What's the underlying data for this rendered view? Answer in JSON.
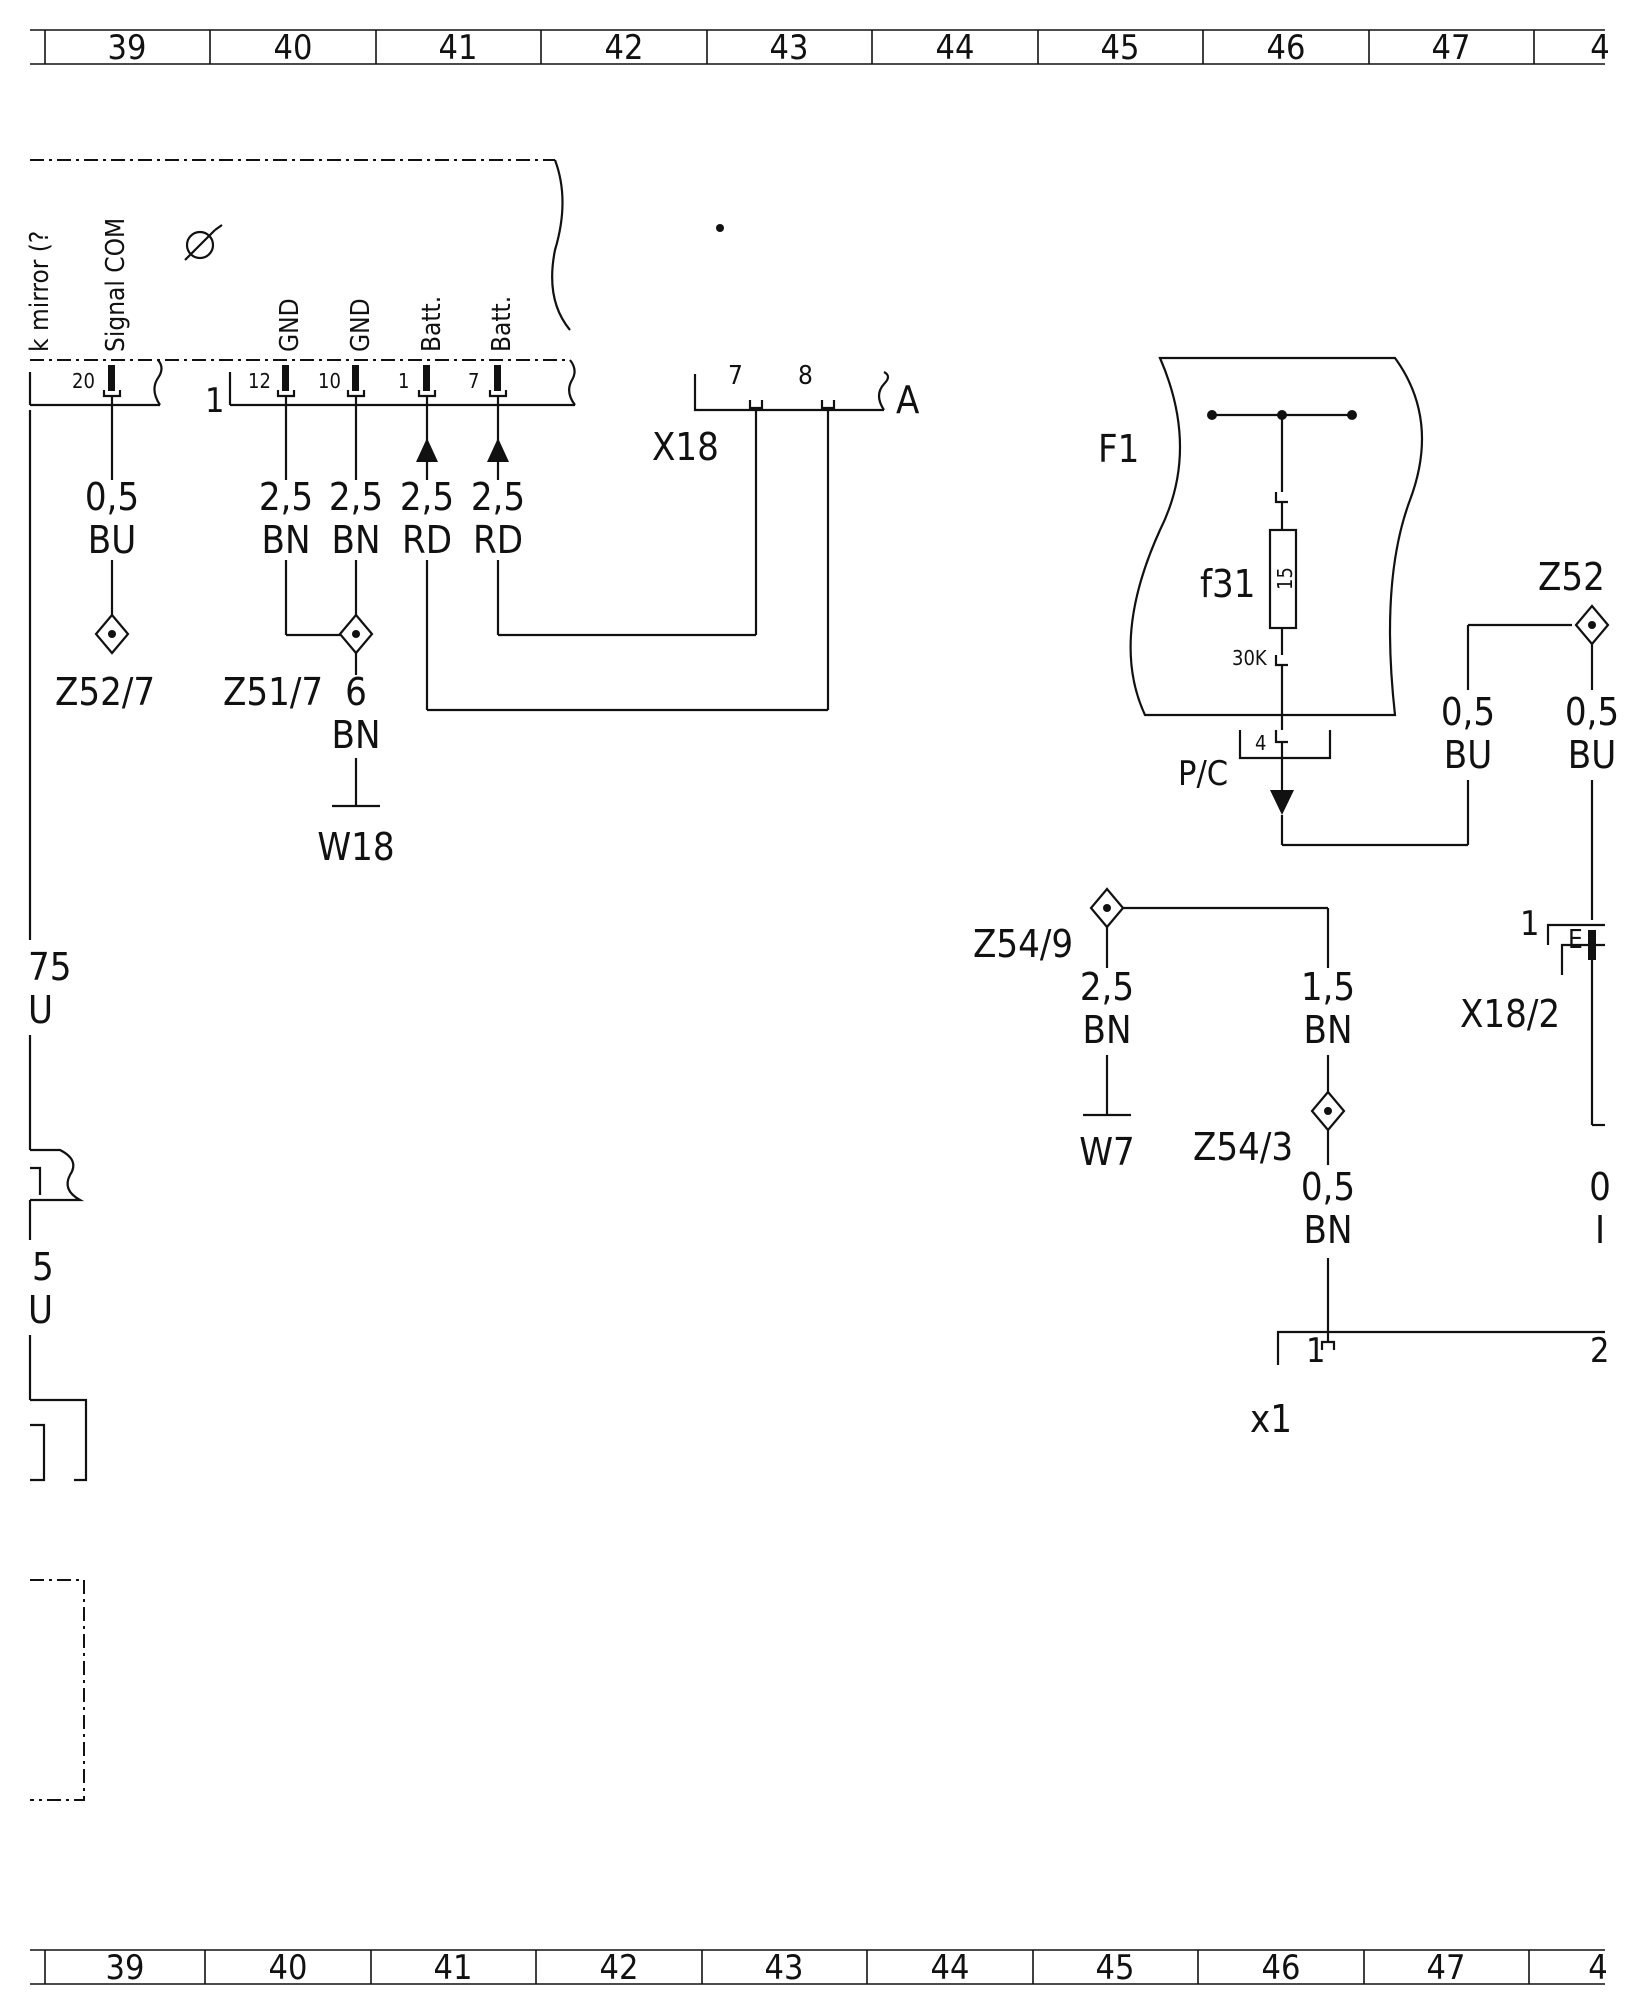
{
  "grid": {
    "columns": [
      "39",
      "40",
      "41",
      "42",
      "43",
      "44",
      "45",
      "46",
      "47",
      "4"
    ]
  },
  "left_component": {
    "pin_labels": {
      "mirror_partial": "k mirror (?",
      "signal_com": "Signal COM",
      "gnd_1": "GND",
      "gnd_2": "GND",
      "batt_1": "Batt.",
      "batt_2": "Batt."
    },
    "pin_numbers": {
      "signal": "20",
      "gnd_1": "12",
      "gnd_2": "10",
      "batt_1": "1",
      "batt_2": "7",
      "connector_index": "1"
    }
  },
  "connector_x18": {
    "name": "X18",
    "pins": [
      "7",
      "8"
    ],
    "suffix": "A"
  },
  "wires": {
    "w_signal": {
      "size": "0,5",
      "color": "BU"
    },
    "w_gnd1": {
      "size": "2,5",
      "color": "BN"
    },
    "w_gnd2": {
      "size": "2,5",
      "color": "BN"
    },
    "w_batt1": {
      "size": "2,5",
      "color": "RD"
    },
    "w_batt2": {
      "size": "2,5",
      "color": "RD"
    },
    "w_ground6": {
      "size": "6",
      "color": "BN"
    },
    "w_fuse_out": {
      "size": "0,5",
      "color": "BU"
    },
    "w_z52_down": {
      "size": "0,5",
      "color": "BU"
    },
    "w_w7": {
      "size": "2,5",
      "color": "BN"
    },
    "w_z54_right": {
      "size": "1,5",
      "color": "BN"
    },
    "w_x1": {
      "size": "0,5",
      "color": "BN"
    }
  },
  "splices": {
    "z52_7": "Z52/7",
    "z51_7": "Z51/7",
    "z52": "Z52",
    "z54_9": "Z54/9",
    "z54_3": "Z54/3"
  },
  "grounds": {
    "w18": "W18",
    "w7": "W7"
  },
  "fuse_box": {
    "name": "F1",
    "fuse": "f31",
    "rating": "15",
    "supply": "30K",
    "pin": "4",
    "connector": "P/C"
  },
  "connector_x18_2": {
    "name": "X18/2",
    "pin": "1",
    "letter": "E"
  },
  "connector_x1": {
    "name": "x1",
    "pin_1": "1",
    "pin_2": "2"
  },
  "left_edge_partial": {
    "wire_a_size": "75",
    "wire_a_color": "U",
    "wire_b_size": "5",
    "wire_b_color": "U"
  },
  "right_edge_partial": {
    "size": "0",
    "color": "I"
  }
}
